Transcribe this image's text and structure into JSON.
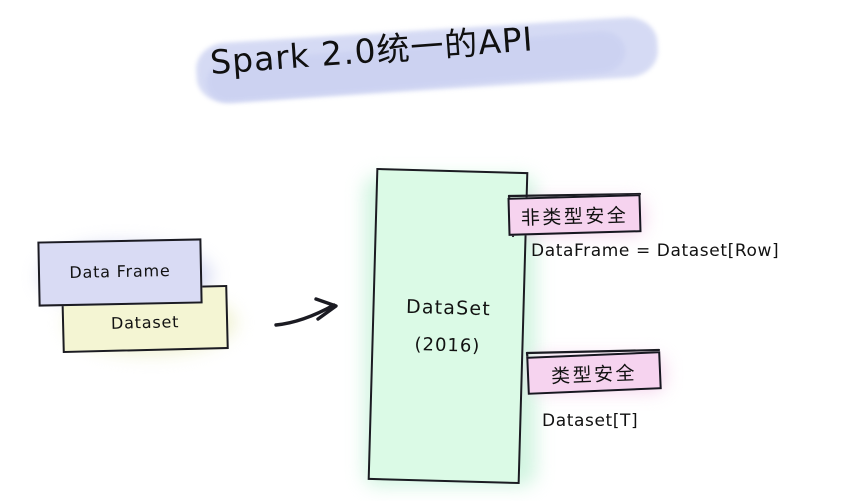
{
  "page": {
    "title": "Spark 2.0统一的API",
    "background_color": "#ffffff"
  },
  "title": {
    "text": "Spark 2.0统一的API",
    "highlight_color": "#c6cdf0",
    "ink_color": "#101010"
  },
  "diagram": {
    "left_group": {
      "boxes": [
        {
          "id": "data-frame",
          "label": "Data Frame",
          "fill": "#d9dbf4",
          "stroke": "#1b1b22"
        },
        {
          "id": "dataset",
          "label": "Dataset",
          "fill": "#f4f5d3",
          "stroke": "#1b1b22"
        }
      ]
    },
    "arrow": {
      "icon": "arrow-right-icon",
      "direction": "right",
      "color": "#1b1b22"
    },
    "center_box": {
      "id": "dataset-2016",
      "label": "DataSet",
      "sublabel": "(2016)",
      "fill": "#dbfae6",
      "stroke": "#17341f"
    },
    "annotations": [
      {
        "id": "non-type-safe",
        "badge": "非类型安全",
        "caption": "DataFrame = Dataset[Row]",
        "badge_fill": "#f6d3ef",
        "stroke": "#171720"
      },
      {
        "id": "type-safe",
        "badge": "类型安全",
        "caption": "Dataset[T]",
        "badge_fill": "#f6d3ef",
        "stroke": "#171720"
      }
    ]
  }
}
